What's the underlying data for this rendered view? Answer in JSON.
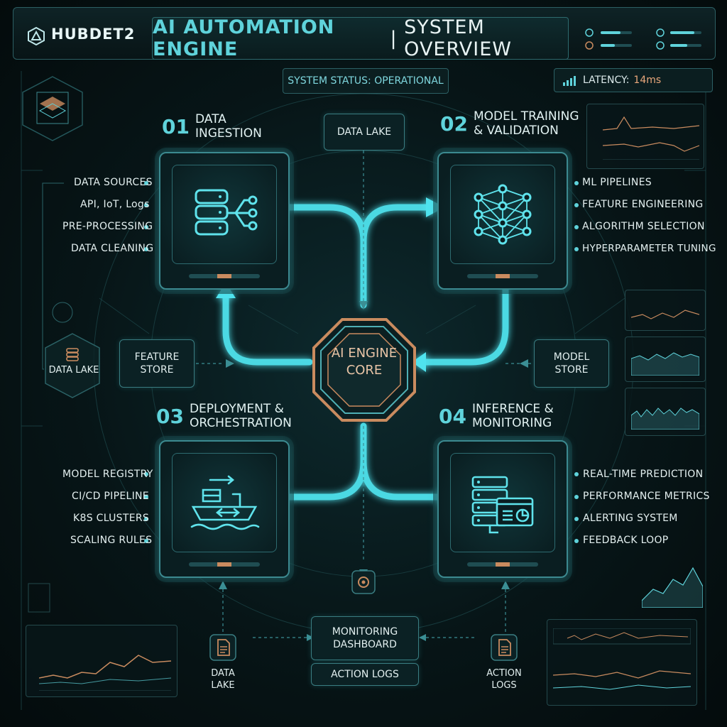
{
  "header": {
    "brand": "HUBDET2",
    "title_accent": "AI AUTOMATION ENGINE",
    "title_sep": " | ",
    "title_rest": "SYSTEM OVERVIEW"
  },
  "status": {
    "text": "SYSTEM STATUS: OPERATIONAL"
  },
  "latency": {
    "label": "LATENCY:",
    "value": "14ms"
  },
  "stages": [
    {
      "num": "01",
      "title_line1": "DATA",
      "title_line2": "INGESTION",
      "items": [
        "DATA SOURCES",
        "API, IoT, Logs",
        "PRE-PROCESSING",
        "DATA CLEANING"
      ]
    },
    {
      "num": "02",
      "title_line1": "MODEL TRAINING",
      "title_line2": "& VALIDATION",
      "items": [
        "ML PIPELINES",
        "FEATURE ENGINEERING",
        "ALGORITHM SELECTION",
        "HYPERPARAMETER TUNING"
      ]
    },
    {
      "num": "03",
      "title_line1": "DEPLOYMENT &",
      "title_line2": "ORCHESTRATION",
      "items": [
        "MODEL REGISTRY",
        "CI/CD PIPELINE",
        "K8S CLUSTERS",
        "SCALING RULES"
      ]
    },
    {
      "num": "04",
      "title_line1": "INFERENCE &",
      "title_line2": "MONITORING",
      "items": [
        "REAL-TIME PREDICTION",
        "PERFORMANCE METRICS",
        "ALERTING SYSTEM",
        "FEEDBACK LOOP"
      ]
    }
  ],
  "core": {
    "line1": "AI ENGINE",
    "line2": "CORE"
  },
  "nodes": {
    "data_lake_top": "DATA LAKE",
    "feature_store_1": "FEATURE",
    "feature_store_2": "STORE",
    "model_store_1": "MODEL",
    "model_store_2": "STORE",
    "data_lake_left": "DATA LAKE",
    "monitoring_dashboard_1": "MONITORING",
    "monitoring_dashboard_2": "DASHBOARD",
    "action_logs_center": "ACTION LOGS",
    "data_lake_bottom_1": "DATA",
    "data_lake_bottom_2": "LAKE",
    "action_logs_bottom_1": "ACTION",
    "action_logs_bottom_2": "LOGS"
  },
  "colors": {
    "accent": "#5fd3db",
    "flow": "#4fe3ee",
    "copper": "#c98b5f",
    "background": "#071517"
  }
}
